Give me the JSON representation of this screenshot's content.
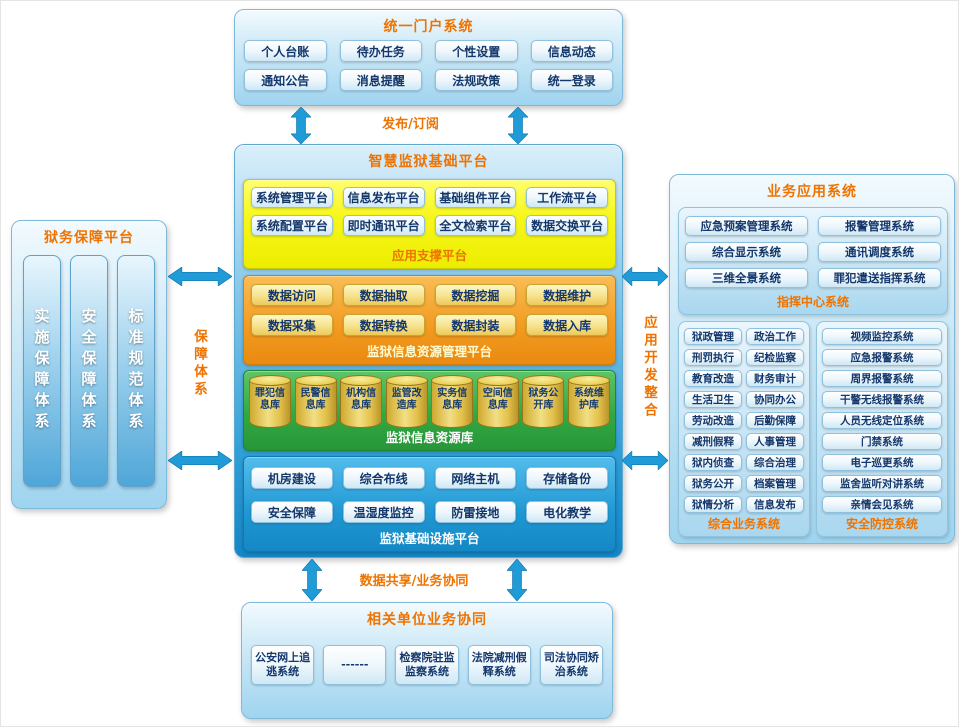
{
  "colors": {
    "accent_orange": "#ee7300",
    "arrow_blue": "#1f9cd8",
    "panel_blue": "#9fd4ef",
    "section_yellow": "#f4f400",
    "section_orange": "#f29a1e",
    "section_green": "#33a841",
    "section_blue": "#1f97d3",
    "text_navy": "#14376b"
  },
  "portal": {
    "title": "统一门户系统",
    "items": [
      "个人台账",
      "待办任务",
      "个性设置",
      "信息动态",
      "通知公告",
      "消息提醒",
      "法规政策",
      "统一登录"
    ]
  },
  "flows": {
    "publish": "发布/订阅",
    "share": "数据共享/业务协同",
    "guarantee": "保障体系",
    "integration": "应用开发整合"
  },
  "platform": {
    "title": "智慧监狱基础平台",
    "app_support": {
      "label": "应用支撑平台",
      "items": [
        "系统管理平台",
        "信息发布平台",
        "基础组件平台",
        "工作流平台",
        "系统配置平台",
        "即时通讯平台",
        "全文检索平台",
        "数据交换平台"
      ]
    },
    "resource_mgmt": {
      "label": "监狱信息资源管理平台",
      "items": [
        "数据访问",
        "数据抽取",
        "数据挖掘",
        "数据维护",
        "数据采集",
        "数据转换",
        "数据封装",
        "数据入库"
      ]
    },
    "resource_db": {
      "label": "监狱信息资源库",
      "items": [
        "罪犯信息库",
        "民警信息库",
        "机构信息库",
        "监管改造库",
        "实务信息库",
        "空间信息库",
        "狱务公开库",
        "系统维护库"
      ]
    },
    "infrastructure": {
      "label": "监狱基础设施平台",
      "items": [
        "机房建设",
        "综合布线",
        "网络主机",
        "存储备份",
        "安全保障",
        "温湿度监控",
        "防雷接地",
        "电化教学"
      ]
    }
  },
  "left": {
    "title": "狱务保障平台",
    "pillars": [
      "实施保障体系",
      "安全保障体系",
      "标准规范体系"
    ]
  },
  "business": {
    "title": "业务应用系统",
    "command": {
      "label": "指挥中心系统",
      "items": [
        "应急预案管理系统",
        "报警管理系统",
        "综合显示系统",
        "通讯调度系统",
        "三维全景系统",
        "罪犯遣送指挥系统"
      ]
    },
    "comprehensive": {
      "label": "综合业务系统",
      "col1": [
        "狱政管理",
        "刑罚执行",
        "教育改造",
        "生活卫生",
        "劳动改造",
        "减刑假释",
        "狱内侦查",
        "狱务公开",
        "狱情分析"
      ],
      "col2": [
        "政治工作",
        "纪检监察",
        "财务审计",
        "协同办公",
        "后勤保障",
        "人事管理",
        "综合治理",
        "档案管理",
        "信息发布"
      ]
    },
    "security": {
      "label": "安全防控系统",
      "items": [
        "视频监控系统",
        "应急报警系统",
        "周界报警系统",
        "干警无线报警系统",
        "人员无线定位系统",
        "门禁系统",
        "电子巡更系统",
        "监舍监听对讲系统",
        "亲情会见系统"
      ]
    }
  },
  "collab": {
    "title": "相关单位业务协同",
    "items": [
      "公安网上追逃系统",
      "------",
      "检察院驻监监察系统",
      "法院减刑假释系统",
      "司法协同矫治系统"
    ]
  }
}
